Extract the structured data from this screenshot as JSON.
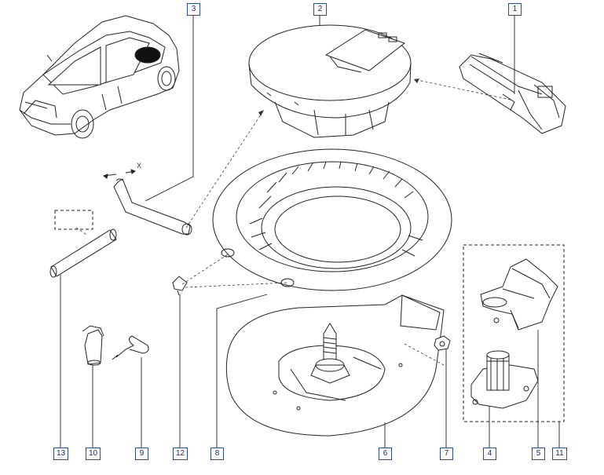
{
  "callouts": {
    "jack": "1",
    "floor_cover": "2",
    "wheel_brace": "3",
    "spare_wheel_bolt": "4",
    "bolt_support": "5",
    "storage_tray": "6",
    "tray_nut": "7",
    "wheel_well_insert": "8",
    "towing_eye": "9",
    "tool_holder": "10",
    "kit_group": "11",
    "clip": "12",
    "tube": "13"
  },
  "dimension_label": "X",
  "colors": {
    "line": "#222222",
    "callout_border": "#2a4a9a",
    "callout_text": "#1a2a6a"
  }
}
